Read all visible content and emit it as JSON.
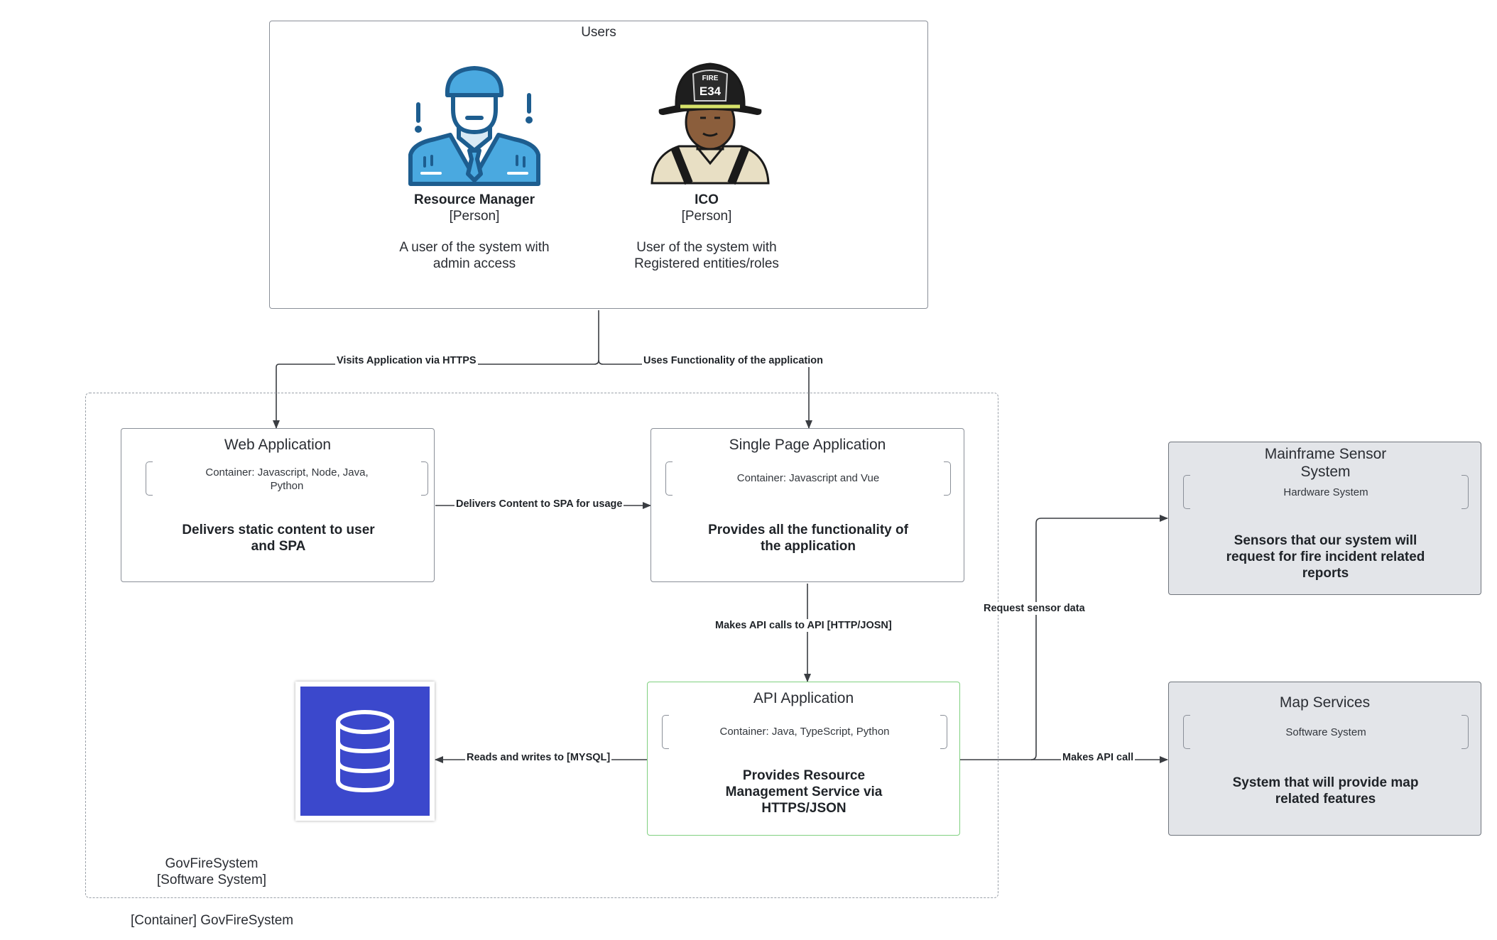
{
  "users": {
    "title": "Users",
    "resource_manager": {
      "name": "Resource Manager",
      "type": "[Person]",
      "description": "A user of the system with admin access"
    },
    "ico": {
      "name": "ICO",
      "type": "[Person]",
      "description": "User of the system with Registered entities/roles",
      "helmet_text_top": "FIRE",
      "helmet_text": "E34"
    }
  },
  "edges": {
    "visits": "Visits Application via HTTPS",
    "uses": "Uses Functionality of the application",
    "delivers": "Delivers Content to SPA for usage",
    "api_calls": "Makes API calls to API [HTTP/JOSN]",
    "reads_writes": "Reads and writes to [MYSQL]",
    "request_sensor": "Request sensor data",
    "makes_api_call": "Makes API call"
  },
  "containers": {
    "web_app": {
      "title": "Web Application",
      "tech": "Container: Javascript, Node, Java, Python",
      "description": "Delivers static content to user and SPA"
    },
    "spa": {
      "title": "Single Page Application",
      "tech": "Container: Javascript and Vue",
      "description": "Provides all the functionality of the application"
    },
    "api": {
      "title": "API Application",
      "tech": "Container: Java, TypeScript, Python",
      "description": "Provides Resource Management Service via HTTPS/JSON"
    }
  },
  "system_boundary": {
    "name": "GovFireSystem",
    "type": "[Software System]",
    "caption": "[Container] GovFireSystem"
  },
  "external": {
    "mainframe": {
      "title": "Mainframe Sensor System",
      "type": "Hardware System",
      "description": "Sensors that our system will request for fire incident related reports"
    },
    "map": {
      "title": "Map Services",
      "type": "Software System",
      "description": "System that will provide map related features"
    }
  },
  "colors": {
    "line": "#3a3d42",
    "database_bg": "#3b48cc",
    "manager_icon": "#4aa9e0",
    "external_bg": "#e3e5e9",
    "api_border": "#7fd07f"
  },
  "icons": [
    "resource-manager-icon",
    "firefighter-icon",
    "database-icon"
  ]
}
